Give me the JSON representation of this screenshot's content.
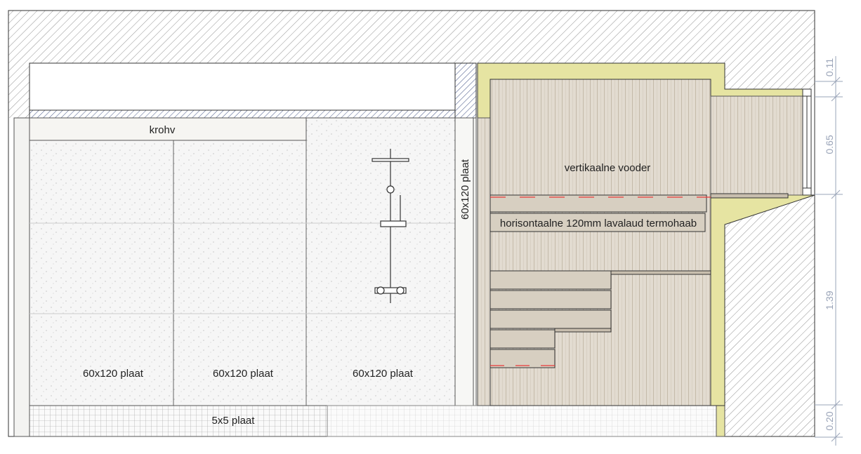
{
  "labels": {
    "krohv": "krohv",
    "tile_left": "60x120 plaat",
    "tile_mid": "60x120 plaat",
    "tile_right": "60x120 plaat",
    "wall_vertical": "60x120 plaat",
    "floor": "5x5 plaat",
    "sauna_wall": "vertikaalne vooder",
    "sauna_board": "horisontaalne 120mm lavalaud termohaab"
  },
  "dimensions": [
    "0.11",
    "0.65",
    "1.39",
    "0.20"
  ],
  "colors": {
    "insulation": "#e6e4a2",
    "wood": "#e2dbd0",
    "bench": "#d7cfc1",
    "dimension": "#9aa4b8",
    "cut_line": "#e83a3a"
  }
}
